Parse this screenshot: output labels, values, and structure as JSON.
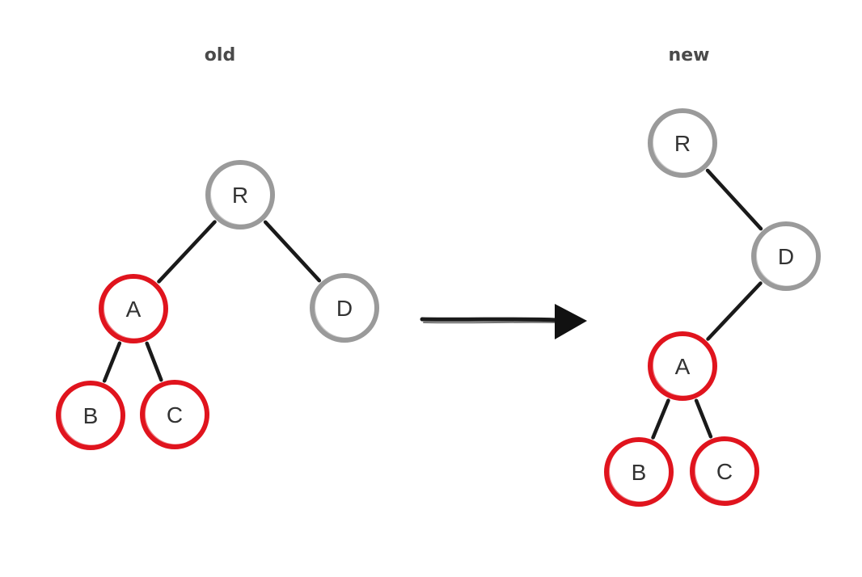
{
  "labels": {
    "old": "old",
    "new": "new"
  },
  "colors": {
    "gray_ring": "#9a9a9a",
    "red_ring": "#e0141e",
    "edge": "#1a1a1a",
    "text": "#333333"
  },
  "old_tree": {
    "nodes": [
      {
        "id": "R",
        "label": "R",
        "color": "gray"
      },
      {
        "id": "A",
        "label": "A",
        "color": "red"
      },
      {
        "id": "D",
        "label": "D",
        "color": "gray"
      },
      {
        "id": "B",
        "label": "B",
        "color": "red"
      },
      {
        "id": "C",
        "label": "C",
        "color": "red"
      }
    ],
    "edges": [
      [
        "R",
        "A"
      ],
      [
        "R",
        "D"
      ],
      [
        "A",
        "B"
      ],
      [
        "A",
        "C"
      ]
    ]
  },
  "new_tree": {
    "nodes": [
      {
        "id": "R",
        "label": "R",
        "color": "gray"
      },
      {
        "id": "D",
        "label": "D",
        "color": "gray"
      },
      {
        "id": "A",
        "label": "A",
        "color": "red"
      },
      {
        "id": "B",
        "label": "B",
        "color": "red"
      },
      {
        "id": "C",
        "label": "C",
        "color": "red"
      }
    ],
    "edges": [
      [
        "R",
        "D"
      ],
      [
        "D",
        "A"
      ],
      [
        "A",
        "B"
      ],
      [
        "A",
        "C"
      ]
    ]
  }
}
